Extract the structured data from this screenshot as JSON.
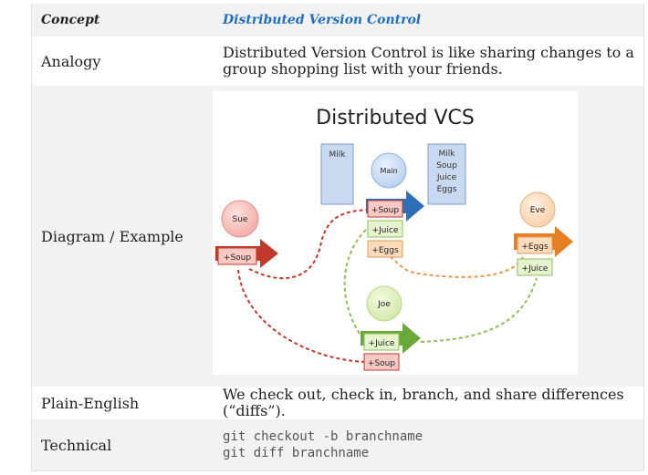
{
  "table": {
    "header": {
      "concept": "Concept",
      "value": "Distributed Version Control"
    },
    "rows": {
      "analogy": {
        "label": "Analogy",
        "text": "Distributed Version Control is like sharing changes to a group shopping list with your friends."
      },
      "diagram": {
        "label": "Diagram / Example"
      },
      "plain": {
        "label": "Plain-English",
        "text": "We check out, check in, branch, and share differences (“diffs”)."
      },
      "technical": {
        "label": "Technical",
        "code": [
          "git checkout -b branchname",
          "git diff branchname"
        ]
      }
    }
  },
  "diagram": {
    "title": "Distributed VCS",
    "milk_note": "Milk",
    "main_list": [
      "Milk",
      "Soup",
      "Juice",
      "Eggs"
    ],
    "nodes": {
      "main": "Main",
      "sue": "Sue",
      "eve": "Eve",
      "joe": "Joe"
    },
    "changes": {
      "sue": [
        "+Soup"
      ],
      "main": [
        "+Soup",
        "+Juice",
        "+Eggs"
      ],
      "eve": [
        "+Eggs",
        "+Juice"
      ],
      "joe": [
        "+Juice",
        "+Soup"
      ]
    }
  },
  "colors": {
    "accent_link": "#1f6fbf",
    "sue": "#c0392b",
    "main": "#2f6fb5",
    "eve": "#e67e22",
    "joe": "#6aa83a"
  }
}
